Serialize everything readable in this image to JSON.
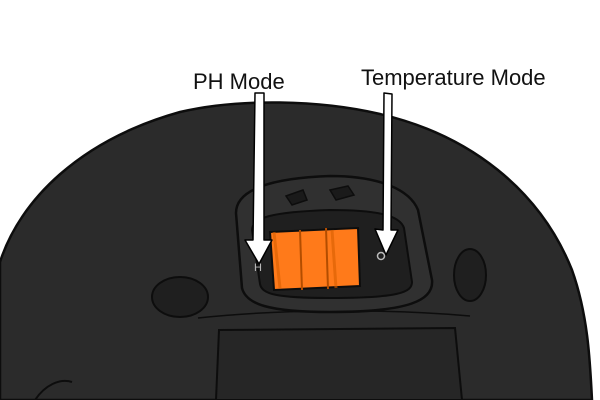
{
  "labels": {
    "ph_mode": "PH Mode",
    "temperature_mode": "Temperature Mode"
  },
  "switch_marks": {
    "ph_mark": "H"
  },
  "colors": {
    "device_body": "#2b2b2b",
    "device_outline": "#0d0d0d",
    "switch_slider": "#ff7a1a",
    "switch_slider_shade": "#d85f00",
    "recess": "#1f1f1f",
    "background": "#ffffff",
    "arrow_fill": "#ffffff"
  }
}
